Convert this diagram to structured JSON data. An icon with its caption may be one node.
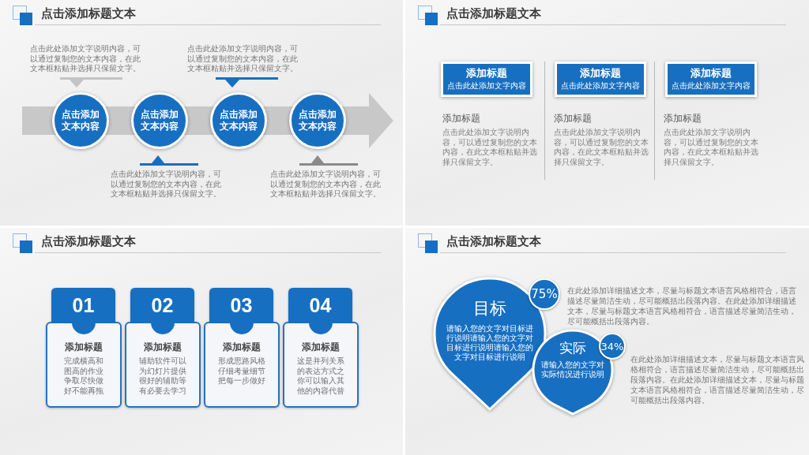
{
  "diagram": {
    "nodes": [
      {
        "text": [
          "点击添加标题文本"
        ]
      },
      {
        "text": [
          "点击添加文本内容"
        ],
        "in": 0,
        "beside": [
          "点击此处添加文字说明内容，可以通过复制您的文本内容，在此文本框粘贴并选择只保留文字。"
        ]
      },
      {
        "text": [
          "点击添加文本内容"
        ],
        "in": 0,
        "beside": [
          "点击此处添加文字说明内容，可以通过复制您的文本内容，在此文本框粘贴并选择只保留文字。"
        ]
      },
      {
        "text": [
          "点击添加文本内容"
        ],
        "in": 0,
        "beside": [
          "点击此处添加文字说明内容，可以通过复制您的文本内容，在此文本框粘贴并选择只保留文字。"
        ]
      },
      {
        "text": [
          "点击添加文本内容"
        ],
        "in": 0,
        "beside": [
          "点击此处添加文字说明内容，可以通过复制您的文本内容，在此文本框粘贴并选择只保留文字。"
        ]
      },
      {
        "text": [
          "点击添加标题文本"
        ]
      },
      {
        "text": [
          "添加标题",
          "点击此处添加文字内容"
        ],
        "in": 5,
        "beside": [
          "添加标题",
          "点击此处添加文字说明内容，可以通过复制您的文本内容，在此文本框粘贴并选择只保留文字。"
        ]
      },
      {
        "text": [
          "添加标题",
          "点击此处添加文字内容"
        ],
        "in": 5,
        "beside": [
          "添加标题",
          "点击此处添加文字说明内容，可以通过复制您的文本内容，在此文本框粘贴并选择只保留文字。"
        ]
      },
      {
        "text": [
          "添加标题",
          "点击此处添加文字内容"
        ],
        "in": 5,
        "beside": [
          "添加标题",
          "点击此处添加文字说明内容，可以通过复制您的文本内容，在此文本框粘贴并选择只保留文字。"
        ]
      },
      {
        "text": [
          "点击添加标题文本"
        ]
      },
      {
        "text": [
          "01",
          "添加标题",
          "完成横高和图高的作业争取尽快做好不能再拖"
        ],
        "in": 9
      },
      {
        "text": [
          "02",
          "添加标题",
          "辅助软件可以为幻灯片提供很好的辅助等有必要去学习"
        ],
        "in": 9
      },
      {
        "text": [
          "03",
          "添加标题",
          "形成思路风格仔细考量细节把每一步做好"
        ],
        "in": 9
      },
      {
        "text": [
          "04",
          "添加标题",
          "这是并列关系的表达方式之你可以输入其他的内容代替"
        ],
        "in": 9
      },
      {
        "text": [
          "点击添加标题文本"
        ]
      },
      {
        "text": [
          "目标",
          "请输入您的文字对目标进行说明请输入您的文字对目标进行说明请输入您的文字对目标进行说明"
        ],
        "in": 14
      },
      {
        "text": [
          "75%"
        ],
        "in": 14
      },
      {
        "text": [
          "实际",
          "请输入您的文字对实际情况进行说明"
        ],
        "in": 14
      },
      {
        "text": [
          "34%"
        ],
        "in": 14
      }
    ],
    "labels": [
      "在此处添加详细描述文本，尽量与标题文本语言风格相符合，语言描述尽量简洁生动，尽可能概括出段落内容。在此处添加详细描述文本，尽量与标题文本语言风格相符合，语言描述尽量简洁生动，尽可能概括出段落内容。",
      "在此处添加详细描述文本，尽量与标题文本语言风格相符合，语言描述尽量简洁生动，尽可能概括出段落内容。在此处添加详细描述文本，尽量与标题文本语言风格相符合，语言描述尽量简洁生动，尽可能概括出段落内容。"
    ]
  }
}
